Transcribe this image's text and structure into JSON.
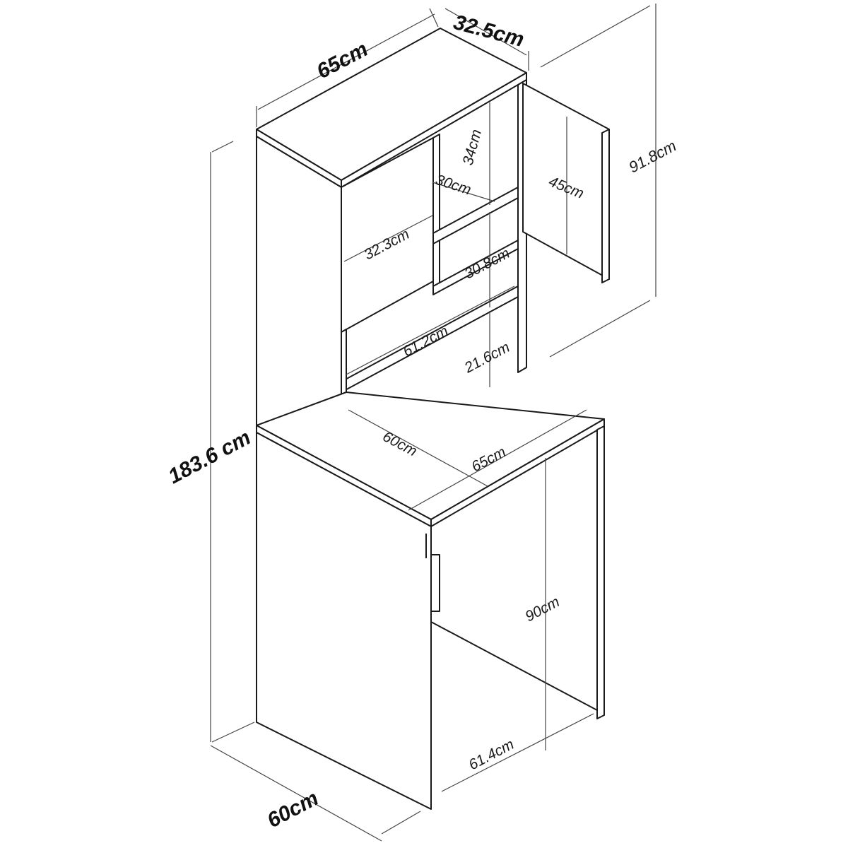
{
  "dimensions": {
    "top_width": "65cm",
    "top_depth": "32.5cm",
    "upper_height": "91.8cm",
    "total_height": "183.6 cm",
    "base_depth": "60cm",
    "inner_depth_upper": "30cm",
    "compartment_height_top": "34cm",
    "door_height": "45cm",
    "door_width": "32.3cm",
    "compartment_height_mid": "30.8cm",
    "shelf_width": "61.2cm",
    "compartment_height_low": "21.6cm",
    "desk_depth": "60cm",
    "desk_width": "65cm",
    "desk_height": "90cm",
    "knee_width": "61.4cm"
  }
}
